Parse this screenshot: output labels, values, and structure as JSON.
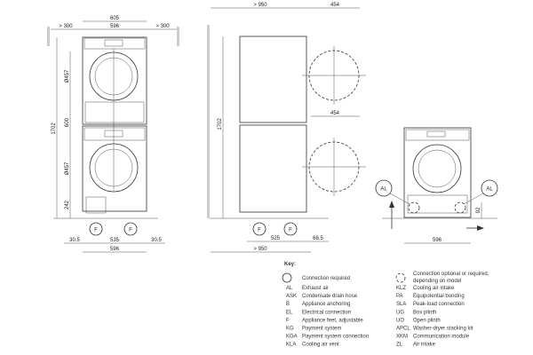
{
  "front_view": {
    "dims": {
      "overall_width": "605",
      "width": "596",
      "clear_left": "> 300",
      "clear_right": "> 300",
      "height": "1702",
      "door1": "Ø457",
      "mid": "600",
      "door2": "Ø457",
      "base": "242",
      "foot_left": "30.5",
      "foot_span": "535",
      "foot_right": "30.5",
      "bottom_width": "596"
    },
    "feet_label": "F"
  },
  "side_view": {
    "dims": {
      "depth_top": "> 950",
      "door_swing_top": "454",
      "door_swing_bottom": "454",
      "height": "1702",
      "foot_span": "525",
      "foot_offset": "68.5",
      "depth_bottom": "> 950"
    },
    "feet_label": "F"
  },
  "detail_view": {
    "labels": {
      "left": "AL",
      "right": "AL"
    },
    "dims": {
      "width": "596",
      "height": "92"
    }
  },
  "key": {
    "title": "Key:",
    "required": "Connection required",
    "optional_line1": "Connection optional or required,",
    "optional_line2": "depending on model",
    "left": [
      {
        "abbr": "AL",
        "text": "Exhaust air"
      },
      {
        "abbr": "ASK",
        "text": "Condensate drain hose"
      },
      {
        "abbr": "B",
        "text": "Appliance anchoring"
      },
      {
        "abbr": "EL",
        "text": "Electrical connection"
      },
      {
        "abbr": "F",
        "text": "Appliance feet, adjustable"
      },
      {
        "abbr": "KG",
        "text": "Payment system"
      },
      {
        "abbr": "KGA",
        "text": "Payment system connection"
      },
      {
        "abbr": "KLA",
        "text": "Cooling air vent"
      }
    ],
    "right": [
      {
        "abbr": "KLZ",
        "text": "Cooling air intake"
      },
      {
        "abbr": "PA",
        "text": "Equipotential bonding"
      },
      {
        "abbr": "SLA",
        "text": "Peak-load connection"
      },
      {
        "abbr": "UG",
        "text": "Box plinth"
      },
      {
        "abbr": "UO",
        "text": "Open plinth"
      },
      {
        "abbr": "APCL",
        "text": "Washer-dryer stacking kit"
      },
      {
        "abbr": "XKM",
        "text": "Communication module"
      },
      {
        "abbr": "ZL",
        "text": "Air intake"
      }
    ]
  }
}
